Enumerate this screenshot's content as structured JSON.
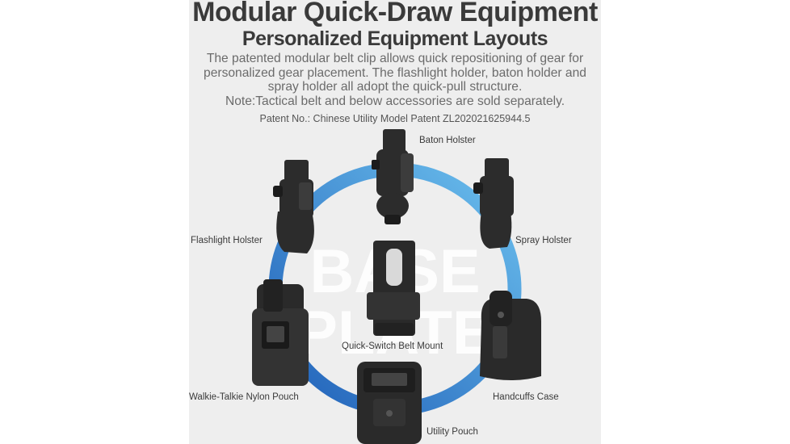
{
  "header": {
    "title": "Modular Quick-Draw Equipment",
    "subtitle": "Personalized Equipment Layouts",
    "description": "The patented modular belt clip allows quick repositioning of gear for personalized gear placement. The flashlight holder, baton holder and spray holder all adopt the quick-pull structure.",
    "note": "Note:Tactical belt and below accessories are sold separately.",
    "patent": "Patent No.: Chinese Utility Model Patent ZL202021625944.5"
  },
  "watermark": [
    "BASE",
    "PLATE"
  ],
  "items": {
    "baton": "Baton Holster",
    "flashlight": "Flashlight Holster",
    "spray": "Spray Holster",
    "belt_mount": "Quick-Switch Belt Mount",
    "walkie": "Walkie-Talkie Nylon Pouch",
    "handcuffs": "Handcuffs Case",
    "utility": "Utility Pouch"
  },
  "colors": {
    "ring_start": "#1f5fb8",
    "ring_end": "#5fb0e8",
    "gear": "#2c2c2c"
  }
}
